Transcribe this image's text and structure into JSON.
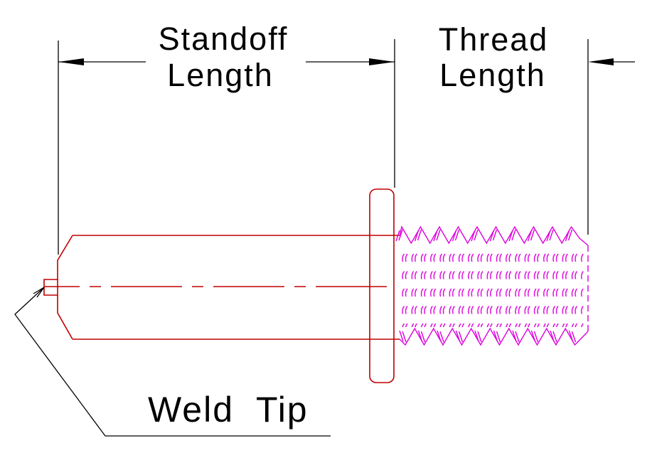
{
  "labels": {
    "standoff_dimension": {
      "line1": "Standoff",
      "line2": "Length"
    },
    "thread_dimension": {
      "line1": "Thread",
      "line2": "Length"
    },
    "weld_tip": "Weld Tip"
  },
  "colors": {
    "background": "#ffffff",
    "body_outline_red": "#c00000",
    "thread_magenta": "#dd00dd",
    "dimension_black": "#000000"
  }
}
